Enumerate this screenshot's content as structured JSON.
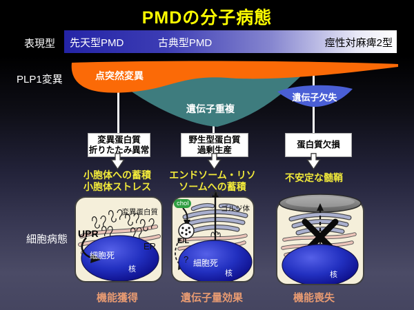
{
  "title": "PMDの分子病態",
  "row_labels": {
    "phenotype": "表現型",
    "plp1": "PLP1変異",
    "cell": "細胞病態"
  },
  "phenotype_bar": {
    "left": "先天型PMD",
    "center": "古典型PMD",
    "right": "痙性対麻痺2型"
  },
  "mutations": {
    "point": "点突然変異",
    "duplication": "遺伝子重複",
    "deletion": "遺伝子欠失"
  },
  "protein_boxes": [
    {
      "line1": "変異蛋白質",
      "line2": "折りたたみ異常"
    },
    {
      "line1": "野生型蛋白質",
      "line2": "過剰生産"
    },
    {
      "line1": "蛋白質欠損",
      "line2": ""
    }
  ],
  "consequences": [
    {
      "line1": "小胞体への蓄積",
      "line2": "小胞体ストレス"
    },
    {
      "line1": "エンドソーム・リソ",
      "line2": "ソームへの蓄積"
    },
    {
      "line1": "不安定な髄鞘",
      "line2": ""
    }
  ],
  "cells": [
    {
      "protein_label": "変異蛋白質",
      "upr": "UPR",
      "er": "ER",
      "cell_death": "細胞死",
      "nucleus": "核"
    },
    {
      "chol": "chol",
      "golgi": "ゴルジ体",
      "endosome": "E/L",
      "question": "?",
      "cell_death": "細胞死",
      "nucleus": "核"
    },
    {
      "nucleus": "核"
    }
  ],
  "bottom_labels": [
    "機能獲得",
    "遺伝子量効果",
    "機能喪失"
  ],
  "colors": {
    "title": "#FFFF00",
    "point_mutation": "#FB6A07",
    "duplication": "#3E7C7E",
    "deletion": "#4A5FD6",
    "consequence_text": "#F2EA3A",
    "bottom_text": "#E89B72",
    "cell_bg": "#F5EFDA",
    "nucleus": "#1515A0",
    "golgi": "#A9AFCE",
    "er_membrane": "#EAC3B8",
    "chol_badge": "#2F9E41"
  }
}
